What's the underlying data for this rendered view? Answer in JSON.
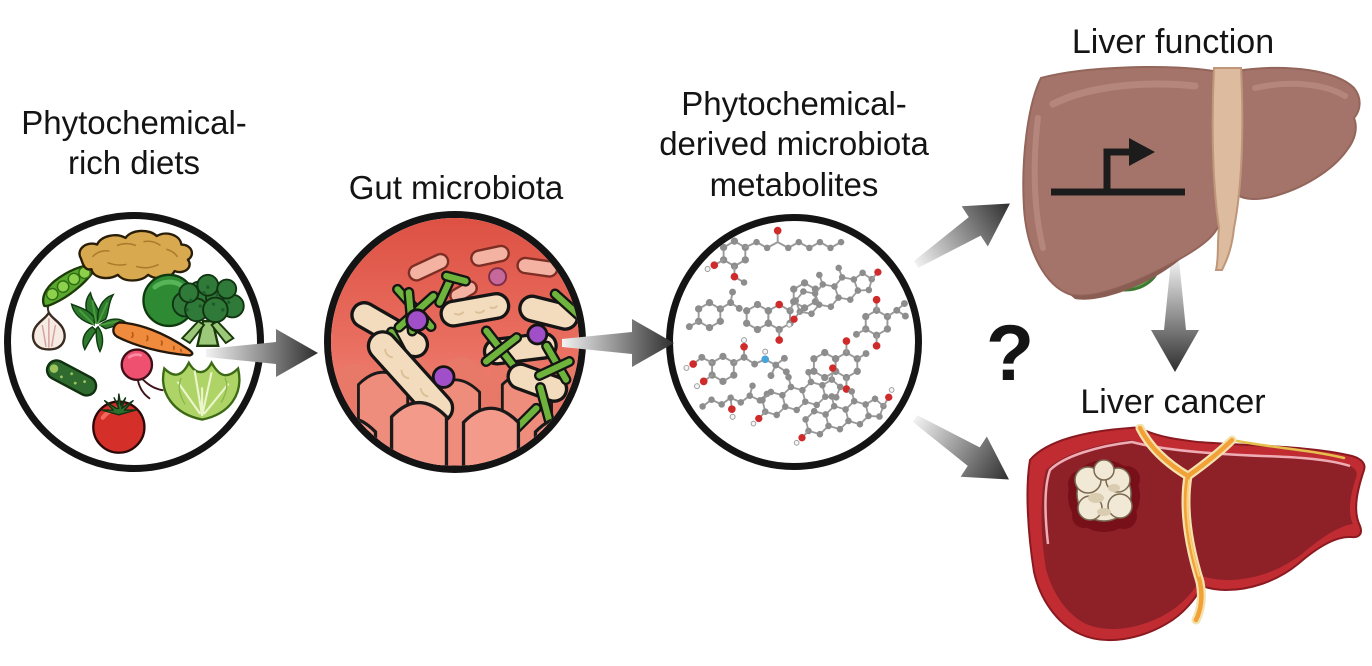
{
  "figure": {
    "nodes": {
      "diet": {
        "label": "Phytochemical-\nrich diets",
        "icon": "vegetables-circle"
      },
      "gut": {
        "label": "Gut microbiota",
        "icon": "gut-bacteria-circle"
      },
      "metabolites": {
        "label": "Phytochemical-\nderived microbiota\nmetabolites",
        "icon": "molecule-structures-circle"
      },
      "liver_function": {
        "label": "Liver function",
        "icon": "liver-with-transcription-arrow"
      },
      "liver_cancer": {
        "label": "Liver cancer",
        "icon": "liver-with-tumor"
      }
    },
    "question_mark": "?",
    "arrows": [
      {
        "from": "diet",
        "to": "gut",
        "direction": "right"
      },
      {
        "from": "gut",
        "to": "metabolites",
        "direction": "right"
      },
      {
        "from": "metabolites",
        "to": "liver_function",
        "direction": "up-right"
      },
      {
        "from": "metabolites",
        "to": "liver_cancer",
        "direction": "down-right"
      },
      {
        "from": "liver_function",
        "to": "liver_cancer",
        "direction": "down"
      }
    ],
    "colors": {
      "text": "#141414",
      "circle_border": "#141414",
      "arrow_gradient_start": "#f2f2f2",
      "arrow_gradient_end": "#2e2e2e",
      "gut_background_top": "#dd5143",
      "gut_background_bottom": "#f59f8f",
      "bacteria_green": "#6db33c",
      "bacteria_tan": "#f3dcbd",
      "metabolite_sphere_purple": "#a14fc9",
      "atom_carbon": "#8d8d8d",
      "atom_oxygen": "#cf2b2b",
      "atom_nitrogen": "#49a2da",
      "healthy_liver": "#a4746a",
      "cancer_liver_outer": "#c12c32",
      "cancer_liver_inner": "#8e2028",
      "tumor": "#f1e9d6",
      "bile_duct": "#f1a136",
      "gallbladder": "#67a356"
    }
  }
}
